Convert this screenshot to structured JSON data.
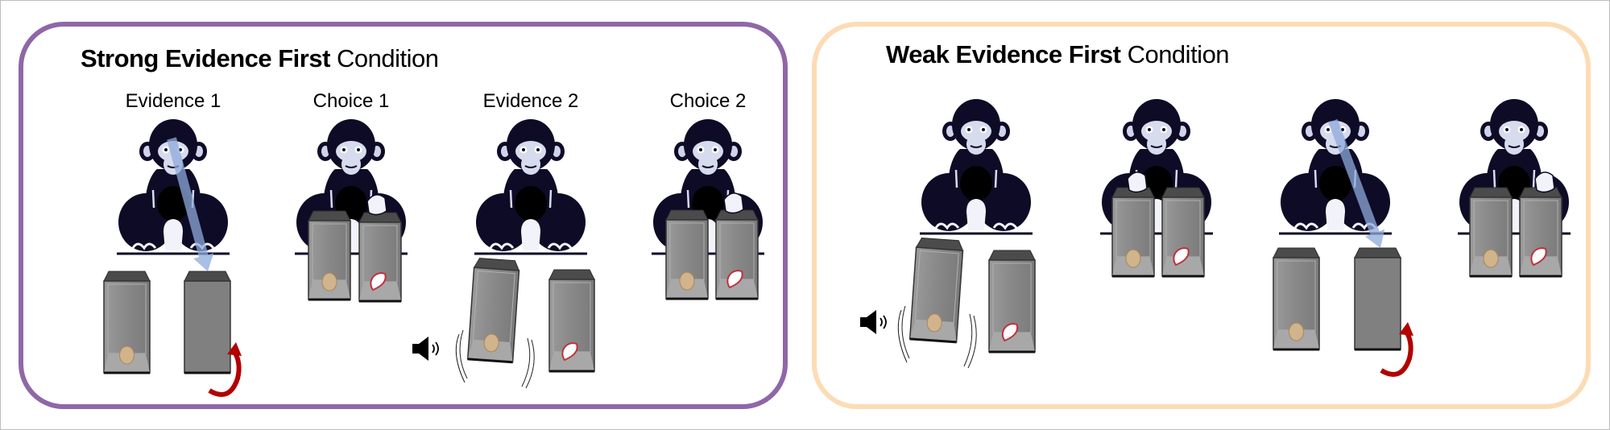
{
  "colors": {
    "strong_border": "#8f67a8",
    "weak_border": "#fcdcb4",
    "chimp": "#0e0b26",
    "gaze_arrow": "#8eaadb",
    "rotate_arrow": "#b30000"
  },
  "strong_panel": {
    "title_bold": "Strong Evidence First",
    "title_rest": " Condition",
    "steps": [
      "Evidence 1",
      "Choice 1",
      "Evidence 2",
      "Choice 2"
    ]
  },
  "weak_panel": {
    "title_bold": "Weak Evidence First",
    "title_rest": " Condition"
  }
}
